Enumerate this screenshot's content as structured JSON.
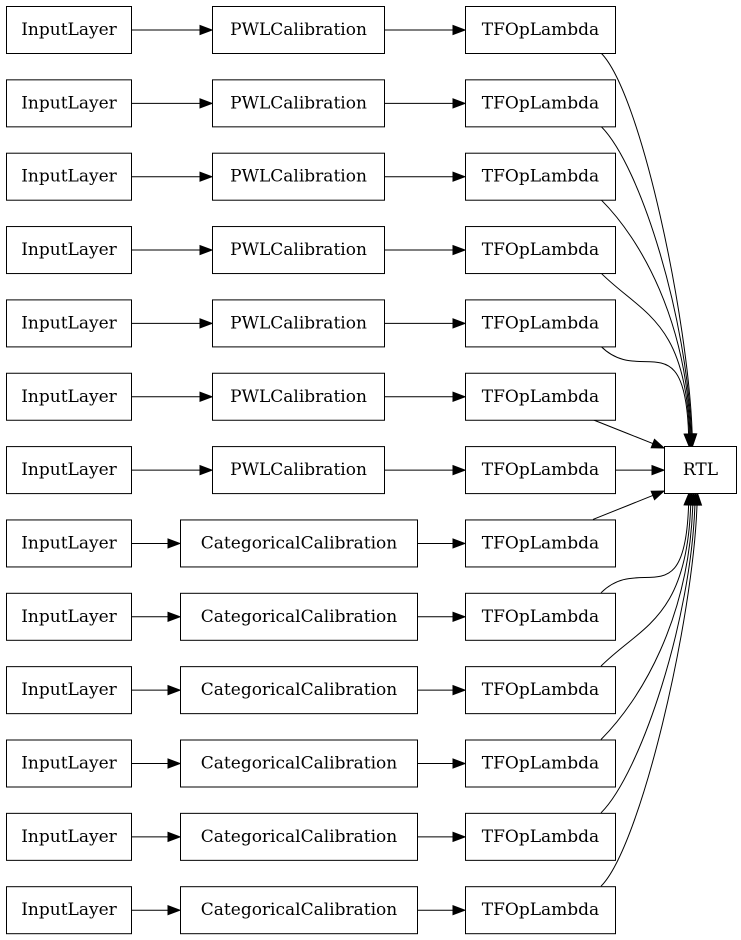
{
  "diagram": {
    "colors": {
      "stroke": "#000000",
      "fill": "#ffffff",
      "text": "#000000",
      "background": "#ffffff"
    },
    "rows": [
      {
        "input": "InputLayer",
        "calibration": "PWLCalibration",
        "op": "TFOpLambda"
      },
      {
        "input": "InputLayer",
        "calibration": "PWLCalibration",
        "op": "TFOpLambda"
      },
      {
        "input": "InputLayer",
        "calibration": "PWLCalibration",
        "op": "TFOpLambda"
      },
      {
        "input": "InputLayer",
        "calibration": "PWLCalibration",
        "op": "TFOpLambda"
      },
      {
        "input": "InputLayer",
        "calibration": "PWLCalibration",
        "op": "TFOpLambda"
      },
      {
        "input": "InputLayer",
        "calibration": "PWLCalibration",
        "op": "TFOpLambda"
      },
      {
        "input": "InputLayer",
        "calibration": "PWLCalibration",
        "op": "TFOpLambda"
      },
      {
        "input": "InputLayer",
        "calibration": "CategoricalCalibration",
        "op": "TFOpLambda"
      },
      {
        "input": "InputLayer",
        "calibration": "CategoricalCalibration",
        "op": "TFOpLambda"
      },
      {
        "input": "InputLayer",
        "calibration": "CategoricalCalibration",
        "op": "TFOpLambda"
      },
      {
        "input": "InputLayer",
        "calibration": "CategoricalCalibration",
        "op": "TFOpLambda"
      },
      {
        "input": "InputLayer",
        "calibration": "CategoricalCalibration",
        "op": "TFOpLambda"
      },
      {
        "input": "InputLayer",
        "calibration": "CategoricalCalibration",
        "op": "TFOpLambda"
      }
    ],
    "output": {
      "label": "RTL"
    }
  }
}
